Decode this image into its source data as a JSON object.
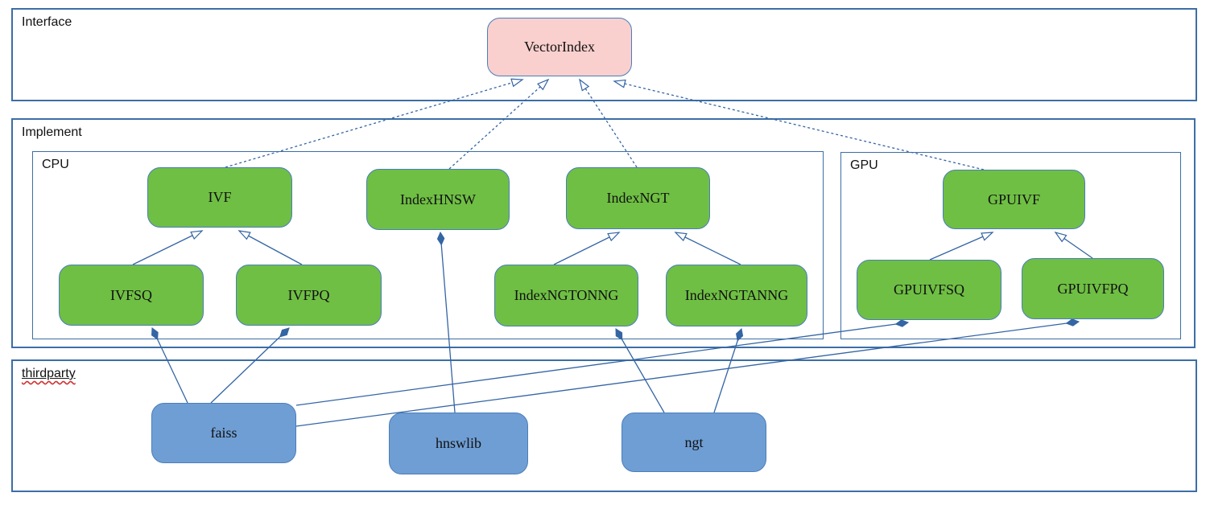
{
  "containers": {
    "interface": {
      "label": "Interface"
    },
    "implement": {
      "label": "Implement"
    },
    "cpu": {
      "label": "CPU"
    },
    "gpu": {
      "label": "GPU"
    },
    "thirdparty": {
      "label": "thirdparty"
    }
  },
  "nodes": {
    "vectorindex": {
      "label": "VectorIndex",
      "group": "interface",
      "fill": "#f9d0ce"
    },
    "ivf": {
      "label": "IVF",
      "group": "cpu",
      "fill": "#6fbf44"
    },
    "indexhnsw": {
      "label": "IndexHNSW",
      "group": "cpu",
      "fill": "#6fbf44"
    },
    "indexngt": {
      "label": "IndexNGT",
      "group": "cpu",
      "fill": "#6fbf44"
    },
    "ivfsq": {
      "label": "IVFSQ",
      "group": "cpu",
      "fill": "#6fbf44"
    },
    "ivfpq": {
      "label": "IVFPQ",
      "group": "cpu",
      "fill": "#6fbf44"
    },
    "indexngtonng": {
      "label": "IndexNGTONNG",
      "group": "cpu",
      "fill": "#6fbf44"
    },
    "indexngtanng": {
      "label": "IndexNGTANNG",
      "group": "cpu",
      "fill": "#6fbf44"
    },
    "gpuivf": {
      "label": "GPUIVF",
      "group": "gpu",
      "fill": "#6fbf44"
    },
    "gpuivfsq": {
      "label": "GPUIVFSQ",
      "group": "gpu",
      "fill": "#6fbf44"
    },
    "gpuivfpq": {
      "label": "GPUIVFPQ",
      "group": "gpu",
      "fill": "#6fbf44"
    },
    "faiss": {
      "label": "faiss",
      "group": "thirdparty",
      "fill": "#6f9ed4"
    },
    "hnswlib": {
      "label": "hnswlib",
      "group": "thirdparty",
      "fill": "#6f9ed4"
    },
    "ngt": {
      "label": "ngt",
      "group": "thirdparty",
      "fill": "#6f9ed4"
    }
  },
  "edges": {
    "realizes_dashed_hollow_arrow": [
      {
        "from": "IVF",
        "to": "VectorIndex"
      },
      {
        "from": "IndexHNSW",
        "to": "VectorIndex"
      },
      {
        "from": "IndexNGT",
        "to": "VectorIndex"
      },
      {
        "from": "GPUIVF",
        "to": "VectorIndex"
      }
    ],
    "extends_hollow_arrow": [
      {
        "from": "IVFSQ",
        "to": "IVF"
      },
      {
        "from": "IVFPQ",
        "to": "IVF"
      },
      {
        "from": "IndexNGTONNG",
        "to": "IndexNGT"
      },
      {
        "from": "IndexNGTANNG",
        "to": "IndexNGT"
      },
      {
        "from": "GPUIVFSQ",
        "to": "GPUIVF"
      },
      {
        "from": "GPUIVFPQ",
        "to": "GPUIVF"
      }
    ],
    "composition_filled_diamond": [
      {
        "from": "faiss",
        "to": "IVFSQ"
      },
      {
        "from": "faiss",
        "to": "IVFPQ"
      },
      {
        "from": "faiss",
        "to": "GPUIVFSQ"
      },
      {
        "from": "faiss",
        "to": "GPUIVFPQ"
      },
      {
        "from": "hnswlib",
        "to": "IndexHNSW"
      },
      {
        "from": "ngt",
        "to": "IndexNGTONNG"
      },
      {
        "from": "ngt",
        "to": "IndexNGTANNG"
      }
    ]
  },
  "colors": {
    "container_border": "#3c6ea5",
    "node_border": "#4a7ebb",
    "edge": "#3465a4",
    "interface_node_fill": "#f9d0ce",
    "implement_node_fill": "#6fbf44",
    "thirdparty_node_fill": "#6f9ed4",
    "spellcheck_squiggle": "#d03030"
  }
}
